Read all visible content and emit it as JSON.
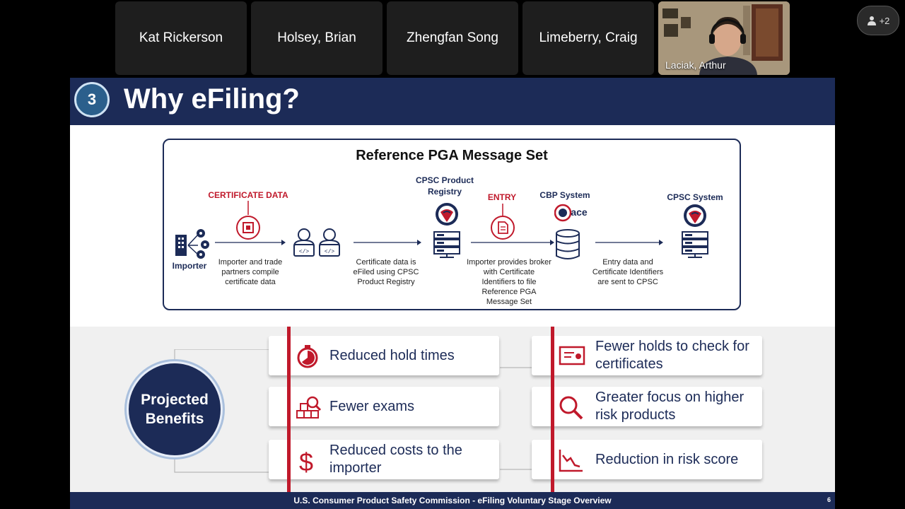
{
  "participants": [
    {
      "name": "Kat Rickerson"
    },
    {
      "name": "Holsey, Brian"
    },
    {
      "name": "Zhengfan Song"
    },
    {
      "name": "Limeberry, Craig"
    }
  ],
  "active_speaker": {
    "name": "Laciak, Arthur"
  },
  "more_participants": {
    "label": "+2",
    "icon": "person-icon"
  },
  "slide": {
    "number": "3",
    "title": "Why eFiling?",
    "reference": {
      "title": "Reference PGA Message Set",
      "importer_label": "Importer",
      "certificate_data_label": "CERTIFICATE DATA",
      "step1_caption": "Importer and trade partners compile certificate data",
      "registry_label": "CPSC Product Registry",
      "step2_caption": "Certificate data is eFiled using CPSC Product Registry",
      "entry_label": "ENTRY",
      "step3_caption": "Importer provides broker with Certificate Identifiers to file Reference PGA Message Set",
      "cbp_label": "CBP System",
      "ace_label": "ace",
      "step4_caption": "Entry data and Certificate Identifiers are sent to CPSC",
      "cpsc_system_label": "CPSC System"
    },
    "benefits": {
      "center_label": "Projected Benefits",
      "left": [
        {
          "text": "Reduced hold times",
          "icon": "stopwatch-icon"
        },
        {
          "text": "Fewer exams",
          "icon": "inspection-icon"
        },
        {
          "text": "Reduced costs to the importer",
          "icon": "dollar-icon"
        }
      ],
      "right": [
        {
          "text": "Fewer holds to check for certificates",
          "icon": "certificate-icon"
        },
        {
          "text": "Greater focus on higher risk products",
          "icon": "magnifier-icon"
        },
        {
          "text": "Reduction in risk score",
          "icon": "trend-down-icon"
        }
      ]
    },
    "footer": "U.S. Consumer Product Safety Commission - eFiling Voluntary Stage Overview",
    "page_number": "6"
  },
  "colors": {
    "navy": "#1c2b57",
    "red": "#c0192b",
    "background": "#000000"
  }
}
